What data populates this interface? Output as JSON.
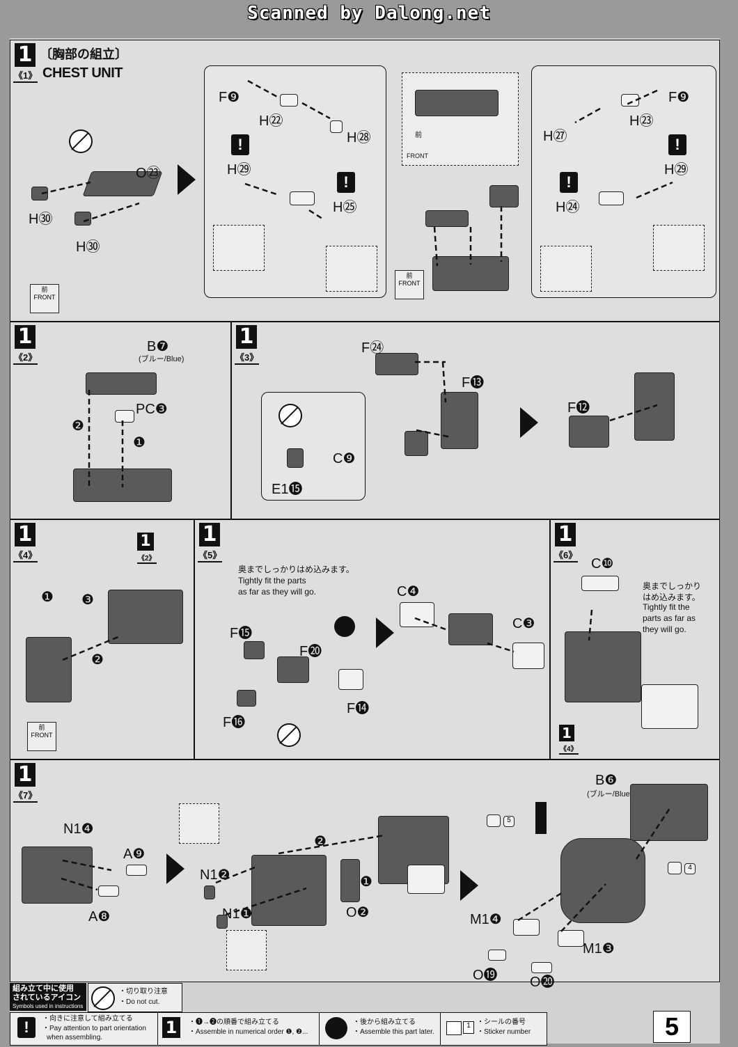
{
  "banner": "Scanned by Dalong.net",
  "step1": {
    "number": "1",
    "title_jp": "〔胸部の組立〕",
    "sub": "《1》",
    "title_en": "CHEST UNIT",
    "labels": {
      "h30a": "H㉚",
      "h30b": "H㉚",
      "o23": "O㉓",
      "f9a": "F❾",
      "h22": "H㉒",
      "h28": "H㉘",
      "h29a": "H㉙",
      "h25": "H㉕",
      "front_jp": "前",
      "front_en": "FRONT",
      "f9b": "F❾",
      "h27": "H㉗",
      "h23": "H㉓",
      "h29b": "H㉙",
      "h24": "H㉔"
    }
  },
  "step2": {
    "number": "1",
    "sub": "《2》",
    "b7": "B❼",
    "b7_color": "(ブルー/Blue)",
    "pc3": "PC❸",
    "n1": "❶",
    "n2": "❷"
  },
  "step3": {
    "number": "1",
    "sub": "《3》",
    "f24": "F㉔",
    "f13": "F⓭",
    "c9": "C❾",
    "e115": "E1⓯",
    "f12": "F⓬"
  },
  "step4": {
    "number": "1",
    "sub": "《4》",
    "ref_num": "1",
    "ref_sub": "《2》",
    "n1": "❶",
    "n2": "❷",
    "n3": "❸",
    "front_jp": "前",
    "front_en": "FRONT"
  },
  "step5": {
    "number": "1",
    "sub": "《5》",
    "note_jp": "奥までしっかりはめ込みます。",
    "note_en1": "Tightly fit the parts",
    "note_en2": "as far as they will go.",
    "f15": "F⓯",
    "f20": "F⓴",
    "f16": "F⓰",
    "f14": "F⓮",
    "c4": "C❹",
    "c3": "C❸"
  },
  "step6": {
    "number": "1",
    "sub": "《6》",
    "c10": "C❿",
    "note_jp1": "奥までしっかり",
    "note_jp2": "はめ込みます。",
    "note_en1": "Tightly fit the",
    "note_en2": "parts as far as",
    "note_en3": "they will go.",
    "ref_num": "1",
    "ref_sub": "《4》"
  },
  "step7": {
    "number": "1",
    "sub": "《7》",
    "n14": "N1❹",
    "a9": "A❾",
    "a8": "A❽",
    "n12": "N1❷",
    "n11": "N1❶",
    "o2": "O❷",
    "n1": "❶",
    "n2": "❷",
    "b6": "B❻",
    "b6_color": "(ブルー/Blue)",
    "st5": "5",
    "st4": "4",
    "m14": "M1❹",
    "m13": "M1❸",
    "o19": "O⓳",
    "o20": "O⓴"
  },
  "legend": {
    "title_jp1": "組み立て中に使用",
    "title_jp2": "されているアイコン",
    "title_en": "Symbols used in instructions",
    "cut_jp": "・切り取り注意",
    "cut_en": "・Do not cut.",
    "warn_jp": "・向きに注意して組み立てる",
    "warn_en1": "・Pay attention to part orientation",
    "warn_en2": "when assembling.",
    "order_jp": "・❶→❷の順番で組み立てる",
    "order_en": "・Assemble in numerical order ❶, ❷...",
    "later_jp": "・後から組み立てる",
    "later_en": "・Assemble this part later.",
    "sticker_jp": "・シールの番号",
    "sticker_en": "・Sticker number",
    "sticker_num": "1"
  },
  "page_number": "5"
}
